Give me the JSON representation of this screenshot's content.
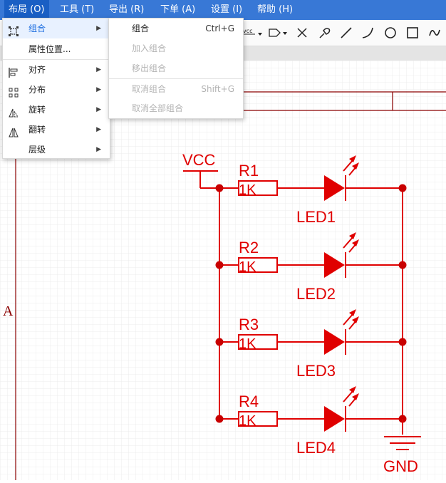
{
  "menubar": {
    "items": [
      {
        "label": "布局 (O)",
        "active": true
      },
      {
        "label": "工具 (T)"
      },
      {
        "label": "导出 (R)"
      },
      {
        "label": "下单 (A)"
      },
      {
        "label": "设置 (I)"
      },
      {
        "label": "帮助 (H)"
      }
    ]
  },
  "layout_menu": {
    "items": [
      {
        "label": "组合",
        "icon": "group-icon",
        "submenu": true,
        "highlighted": true
      },
      {
        "label": "属性位置...",
        "icon": "",
        "submenu": false
      },
      {
        "label": "对齐",
        "icon": "align-icon",
        "submenu": true
      },
      {
        "label": "分布",
        "icon": "distribute-icon",
        "submenu": true
      },
      {
        "label": "旋转",
        "icon": "rotate-icon",
        "submenu": true
      },
      {
        "label": "翻转",
        "icon": "flip-icon",
        "submenu": true
      },
      {
        "label": "层级",
        "icon": "",
        "submenu": true
      }
    ]
  },
  "group_submenu": {
    "items": [
      {
        "label": "组合",
        "shortcut": "Ctrl+G",
        "enabled": true
      },
      {
        "label": "加入组合",
        "shortcut": "",
        "enabled": false
      },
      {
        "label": "移出组合",
        "shortcut": "",
        "enabled": false
      },
      {
        "label": "取消组合",
        "shortcut": "Shift+G",
        "enabled": false
      },
      {
        "label": "取消全部组合",
        "shortcut": "",
        "enabled": false
      }
    ]
  },
  "toolbar": {
    "power_label": "vcc",
    "icons": [
      "power-port-icon",
      "net-port-icon",
      "no-connect-icon",
      "probe-icon",
      "wire-icon",
      "arc-icon",
      "circle-icon",
      "rectangle-icon",
      "freehand-icon"
    ]
  },
  "schematic": {
    "border_label": "A",
    "power_net": "VCC",
    "ground_net": "GND",
    "rows": [
      {
        "resistor": "R1",
        "value": "1K",
        "led": "LED1"
      },
      {
        "resistor": "R2",
        "value": "1K",
        "led": "LED2"
      },
      {
        "resistor": "R3",
        "value": "1K",
        "led": "LED3"
      },
      {
        "resistor": "R4",
        "value": "1K",
        "led": "LED4"
      }
    ]
  },
  "colors": {
    "menubar": "#3878d6",
    "wire": "#e00000",
    "highlight_text": "#1f6fe0",
    "border_frame": "#8b0000"
  }
}
